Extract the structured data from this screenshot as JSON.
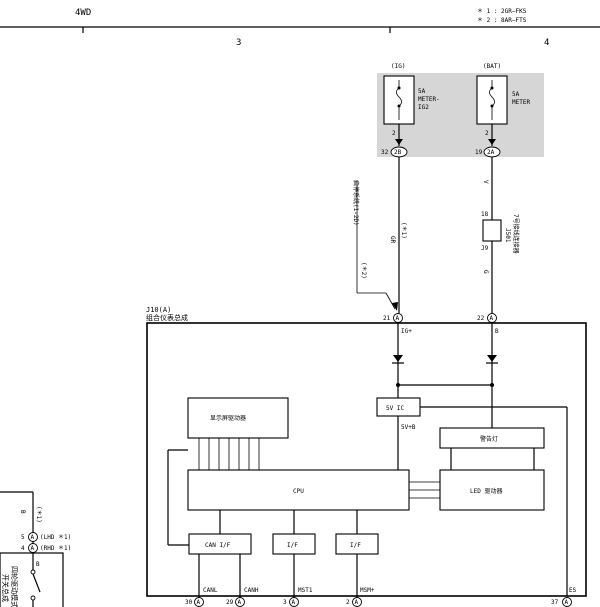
{
  "header": {
    "section_title": "4WD",
    "notes": [
      "＊ 1 : 2GR—FKS",
      "＊ 2 : 8AR—FTS"
    ],
    "grid": [
      "3",
      "4"
    ]
  },
  "fuses": [
    {
      "source": "(IG)",
      "amp": "5A",
      "name": [
        "METER-",
        "IG2"
      ],
      "pin_top": "2",
      "conn": "2B",
      "pin": "32"
    },
    {
      "source": "(BAT)",
      "amp": "5A",
      "name": [
        "METER"
      ],
      "pin_top": "2",
      "conn": "2A",
      "pin": "19"
    }
  ],
  "wires": {
    "ig_color": "GR",
    "ig_note": "(＊1)",
    "ig_ref": "启停系统(1-2D)",
    "ig_branch_note": "(＊2)",
    "bat_color": "V",
    "bat_color2": "G"
  },
  "junction": {
    "id": "J501",
    "name": "7号接线连接器",
    "pin_in": "18",
    "pin_out": "J9"
  },
  "meter": {
    "id": "J10(A)",
    "name": "组合仪表总成",
    "pin_ig": "21",
    "conn_ig": "A",
    "label_ig": "IG+",
    "pin_b": "22",
    "conn_b": "A",
    "label_b": "B",
    "ic5v": "5V IC",
    "ic5v_out": "5V+B",
    "display_driver": "显示屏驱动器",
    "warning_lamp": "警告灯",
    "cpu": "CPU",
    "led_driver": "LED 驱动器",
    "canif": "CAN I/F",
    "if1": "I/F",
    "if2": "I/F",
    "bottom_labels": [
      "CANL",
      "CANH",
      "MST1",
      "MSM+",
      "ES"
    ],
    "bottom_pins": [
      "30",
      "29",
      "3",
      "2",
      "37"
    ],
    "bottom_conn": "A"
  },
  "left": {
    "wire": "B",
    "note": "(＊1)",
    "pin1": "5",
    "conn1": "A",
    "note1": "(LHD ＊1)",
    "pin2": "4",
    "conn2": "A",
    "note2": "(RHD ＊1)",
    "switch_label": "B",
    "vlabel1": "开关总成",
    "vlabel2": "四轮驱动模式"
  }
}
